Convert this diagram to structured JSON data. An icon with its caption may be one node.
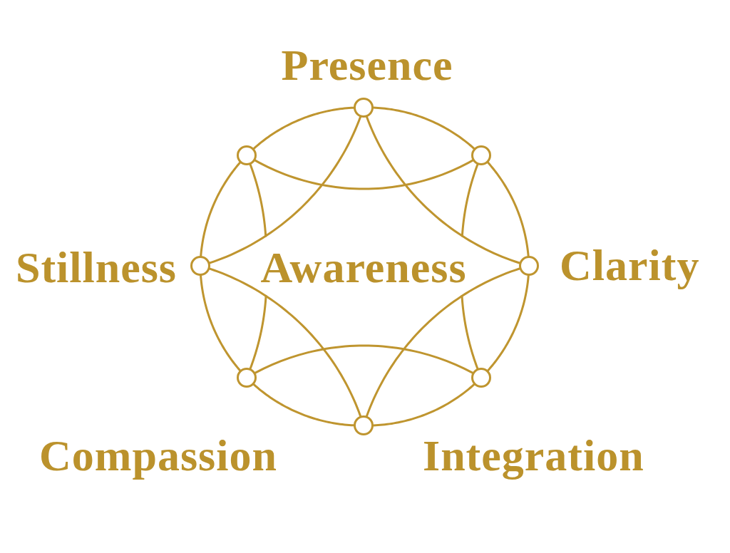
{
  "diagram": {
    "nodes": [
      {
        "text": [],
        "shape": "circle",
        "beside": [
          "Presence"
        ]
      },
      {
        "text": [],
        "shape": "circle"
      },
      {
        "text": [],
        "shape": "circle"
      },
      {
        "text": [],
        "shape": "circle",
        "beside": [
          "Stillness"
        ]
      },
      {
        "text": [],
        "shape": "circle",
        "beside": [
          "Clarity"
        ]
      },
      {
        "text": [],
        "shape": "circle",
        "beside": [
          "Compassion"
        ]
      },
      {
        "text": [],
        "shape": "circle",
        "beside": [
          "Integration"
        ]
      },
      {
        "text": [],
        "shape": "circle"
      }
    ],
    "edges": [
      {
        "from": 0,
        "to": 1,
        "arrow": "none"
      },
      {
        "from": 0,
        "to": 2,
        "arrow": "none"
      },
      {
        "from": 1,
        "to": 2,
        "arrow": "none"
      },
      {
        "from": 0,
        "to": 3,
        "arrow": "none"
      },
      {
        "from": 0,
        "to": 4,
        "arrow": "none"
      },
      {
        "from": 1,
        "to": 3,
        "arrow": "none"
      },
      {
        "from": 2,
        "to": 4,
        "arrow": "none"
      },
      {
        "from": 1,
        "to": null,
        "arrow": "none"
      },
      {
        "from": 2,
        "to": null,
        "arrow": "none"
      },
      {
        "from": 3,
        "to": 5,
        "arrow": "none"
      },
      {
        "from": 4,
        "to": 6,
        "arrow": "none"
      },
      {
        "from": 3,
        "to": 7,
        "arrow": "none"
      },
      {
        "from": 4,
        "to": 7,
        "arrow": "none"
      },
      {
        "from": 5,
        "to": null,
        "arrow": "none"
      },
      {
        "from": 6,
        "to": null,
        "arrow": "none"
      },
      {
        "from": 5,
        "to": 6,
        "arrow": "none"
      },
      {
        "from": 5,
        "to": 7,
        "arrow": "none"
      },
      {
        "from": 6,
        "to": 7,
        "arrow": "none"
      }
    ],
    "labels": [
      "Awareness"
    ]
  }
}
